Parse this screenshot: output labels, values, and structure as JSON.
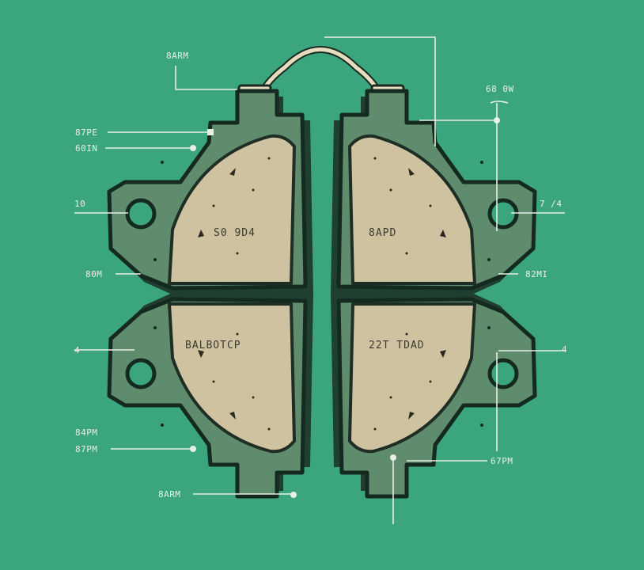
{
  "colors": {
    "background": "#3ba67d",
    "backing_plate": "#5f8c6c",
    "friction_material": "#cfc2a0",
    "outline": "#142a20",
    "label": "#e8efe4"
  },
  "pads": [
    {
      "position": "top-left",
      "text": "S0 9D4"
    },
    {
      "position": "top-right",
      "text": "8APD"
    },
    {
      "position": "bottom-left",
      "text": "BALBOTCP"
    },
    {
      "position": "bottom-right",
      "text": "22T TDAD"
    }
  ],
  "labels": {
    "top_left": "8ARM",
    "left_1": "87PE",
    "left_2": "60IN",
    "left_3": "10",
    "left_4": "80M",
    "left_5": "4",
    "left_6": "84PM",
    "left_7": "87PM",
    "bottom": "8ARM",
    "right_1": "68 0W",
    "right_2": "7 /4",
    "right_3": "82MI",
    "right_4": "4",
    "right_5": "67PM"
  }
}
